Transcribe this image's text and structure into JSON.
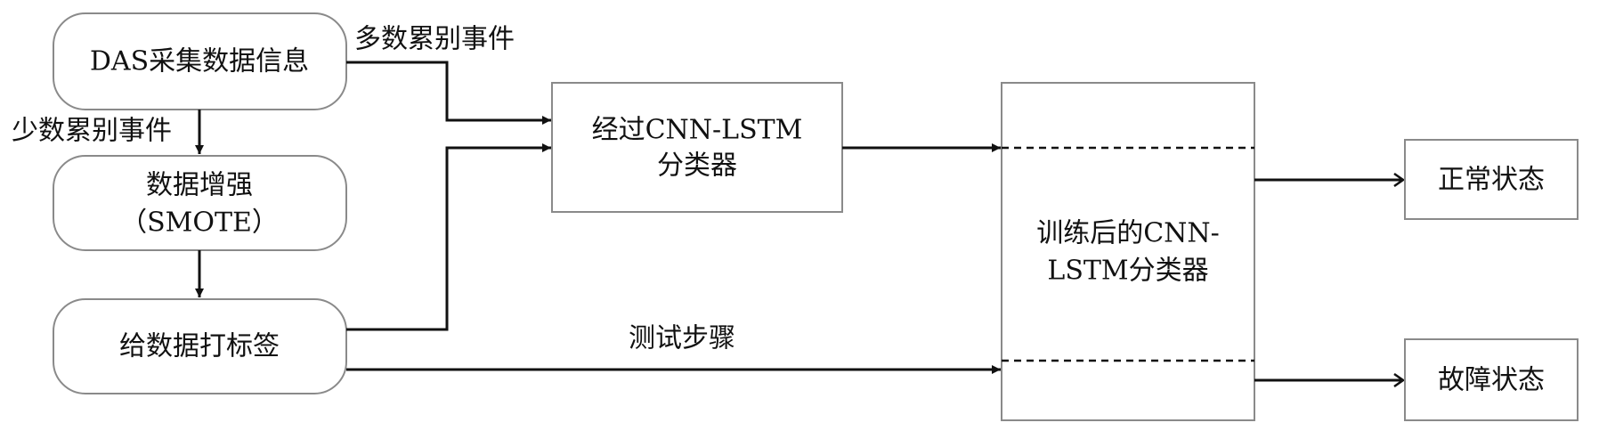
{
  "nodes": {
    "das_info": {
      "lines": [
        "DAS采集数据信息"
      ]
    },
    "data_aug": {
      "lines": [
        "数据增强",
        "（SMOTE）"
      ]
    },
    "labeling": {
      "lines": [
        "给数据打标签"
      ]
    },
    "cnn_lstm": {
      "lines": [
        "经过CNN-LSTM",
        "分类器"
      ]
    },
    "trained": {
      "lines": [
        "训练后的CNN-",
        "LSTM分类器"
      ]
    },
    "normal": {
      "lines": [
        "正常状态"
      ]
    },
    "fault": {
      "lines": [
        "故障状态"
      ]
    }
  },
  "edges": {
    "majority": "多数累别事件",
    "minority": "少数累别事件",
    "test_step": "测试步骤"
  }
}
